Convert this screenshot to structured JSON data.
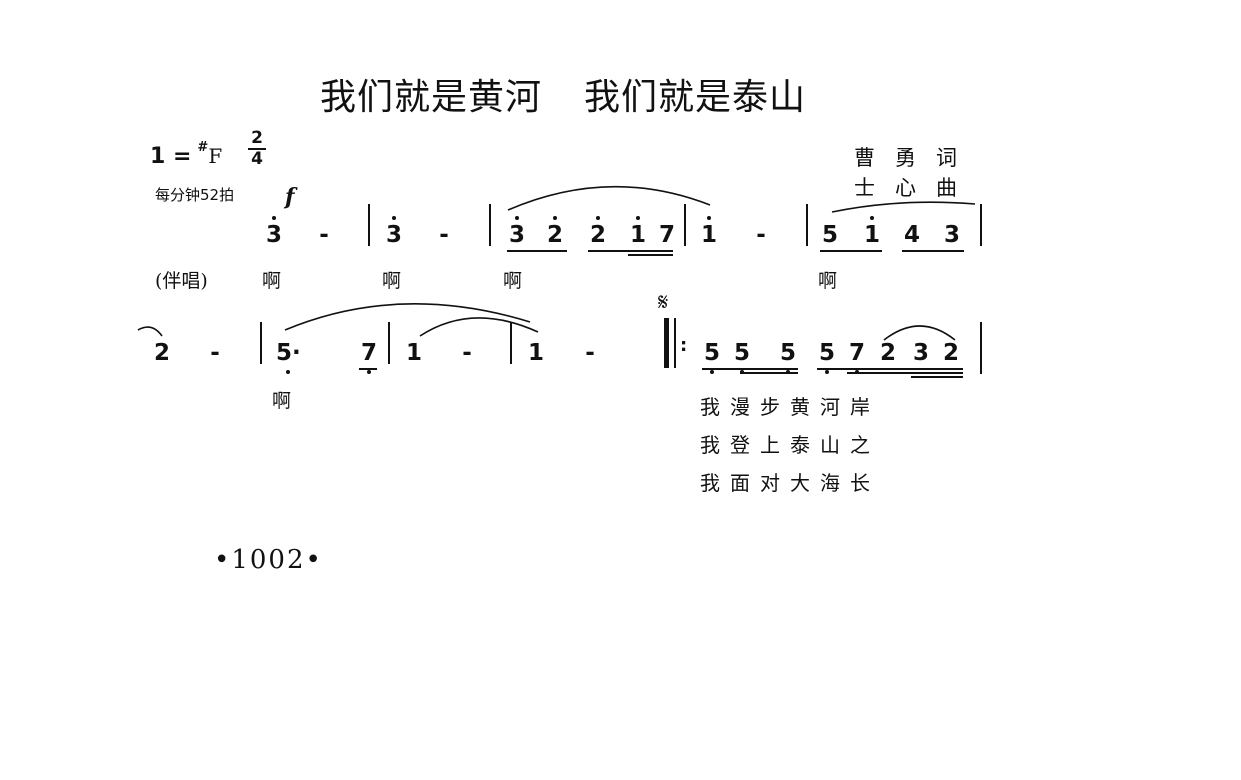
{
  "title": {
    "part1": "我们就是黄河",
    "part2": "我们就是泰山"
  },
  "key": {
    "one": "1",
    "equals": "=",
    "sharp": "#",
    "tonic": "F"
  },
  "meter": {
    "top": "2",
    "bottom": "4"
  },
  "tempo": "每分钟52拍",
  "dynamic": "f",
  "credits": {
    "lyricist": "曹勇词",
    "composer": "士心曲"
  },
  "system1": {
    "notes": [
      "3",
      "-",
      "3",
      "-",
      "3",
      "2",
      "2",
      "1",
      "7",
      "1",
      "-",
      "5",
      "1",
      "4",
      "3"
    ],
    "lyrics": [
      "(伴唱)",
      "啊",
      "啊",
      "啊",
      "啊"
    ]
  },
  "system2": {
    "notes": [
      "2",
      "-",
      "5·",
      "7",
      "1",
      "-",
      "1",
      "-",
      "5",
      "5",
      "5",
      "5",
      "7",
      "2",
      "3",
      "2"
    ],
    "segno": "𝄋",
    "lyric_ah": "啊",
    "verses": [
      "我漫步黄河岸",
      "我登上泰山之",
      "我面对大海长"
    ]
  },
  "page_number": "•1002•"
}
